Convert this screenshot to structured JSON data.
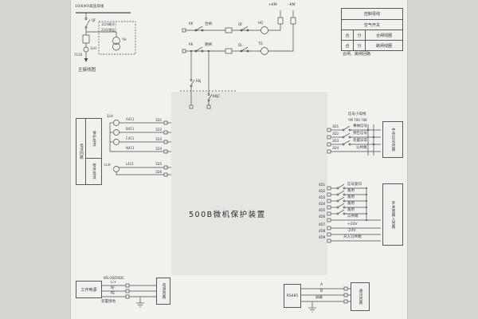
{
  "device": {
    "title": "500B微机保护装置"
  },
  "main_wiring": {
    "bus_label": "10(6)KV高压母线",
    "qf_label": "QF",
    "feeder_no": "1120",
    "note_line1": "110(断开)",
    "note_line2": "220(预告)",
    "pt_label": "YH",
    "ct_label": "1LH",
    "caption": "主接线图"
  },
  "control": {
    "plus_bus": "+KM",
    "minus_bus": "-KM",
    "kk_top": "KK",
    "kk_bottom": "KK",
    "branch_top": "合闸",
    "branch_bottom": "跳闸",
    "contact_top": "QF",
    "contact_bottom": "DL",
    "coil_top": "HQ",
    "coil_bottom": "TQ",
    "kkj": "KKJ",
    "kkjc": "KKJC"
  },
  "control_table": {
    "row1": "控制母线",
    "row2": "空气开关",
    "row3": [
      "合",
      "分",
      "合闸线圈"
    ],
    "row4": [
      "合",
      "分",
      "跳闸线圈"
    ],
    "caption": "合闸、跳闸回路"
  },
  "current": {
    "box_title": "电流回路",
    "group_protection": "保护电流",
    "group_zero_seq": "零序电流",
    "phase_ct": "1LH",
    "zero_ct": "LLH",
    "wires": [
      "A411",
      "B411",
      "C411",
      "N411",
      "L411"
    ],
    "terminals": [
      "1D1",
      "1D2",
      "1D3",
      "1D4",
      "1D5",
      "1D6"
    ]
  },
  "signal": {
    "bus_title": "信号小母线",
    "bus_codes": "YM 700 708",
    "rows": [
      {
        "terminal": "3D1",
        "label": "事故信号"
      },
      {
        "terminal": "3D2",
        "label": "预告信号"
      },
      {
        "terminal": "3D3",
        "label": "装置异常"
      },
      {
        "terminal": "3D4",
        "label": "公共端"
      }
    ],
    "panel": "中央信号回路"
  },
  "digital_input": {
    "rows": [
      {
        "terminal": "4D1",
        "label": "信号复归"
      },
      {
        "terminal": "4D2",
        "label": "备用"
      },
      {
        "terminal": "4D3",
        "label": "备用"
      },
      {
        "terminal": "4D4",
        "label": "备用"
      },
      {
        "terminal": "4D5",
        "label": "备用"
      },
      {
        "terminal": "4D6",
        "label": "公共端"
      },
      {
        "terminal": "4D7",
        "label": "+24V"
      },
      {
        "terminal": "4D8",
        "label": "-24V"
      },
      {
        "terminal": "4D9",
        "label": "开入公共端"
      }
    ],
    "panel": "开关量输入回路"
  },
  "power": {
    "source_label": "工作电源",
    "model": "WS-26/DXDC",
    "wires": [
      "L/+",
      "N/-",
      "PE"
    ],
    "ground_label": "装置接地",
    "panel": "电源回路"
  },
  "comm": {
    "port_label": "RS485",
    "wires": [
      "A",
      "B",
      "屏蔽"
    ],
    "panel": "通讯回路"
  }
}
